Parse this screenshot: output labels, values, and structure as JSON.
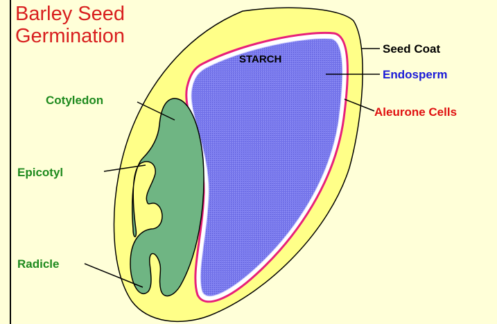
{
  "title": {
    "line1": "Barley Seed",
    "line2": "Germination"
  },
  "labels": {
    "starch": "STARCH",
    "seed_coat": "Seed Coat",
    "endosperm": "Endosperm",
    "aleurone": "Aleurone Cells",
    "cotyledon": "Cotyledon",
    "epicotyl": "Epicotyl",
    "radicle": "Radicle"
  },
  "colors": {
    "background": "#ffffd8",
    "title": "#d81e1e",
    "seed_coat_fill": "#ffff88",
    "endosperm_fill": "#7878ee",
    "aleurone_line": "#e8207a",
    "embryo_fill": "#6fb583",
    "green_label": "#1e8a1e",
    "blue_label": "#1a1ad8",
    "red_label": "#e01010",
    "black_label": "#000000"
  }
}
